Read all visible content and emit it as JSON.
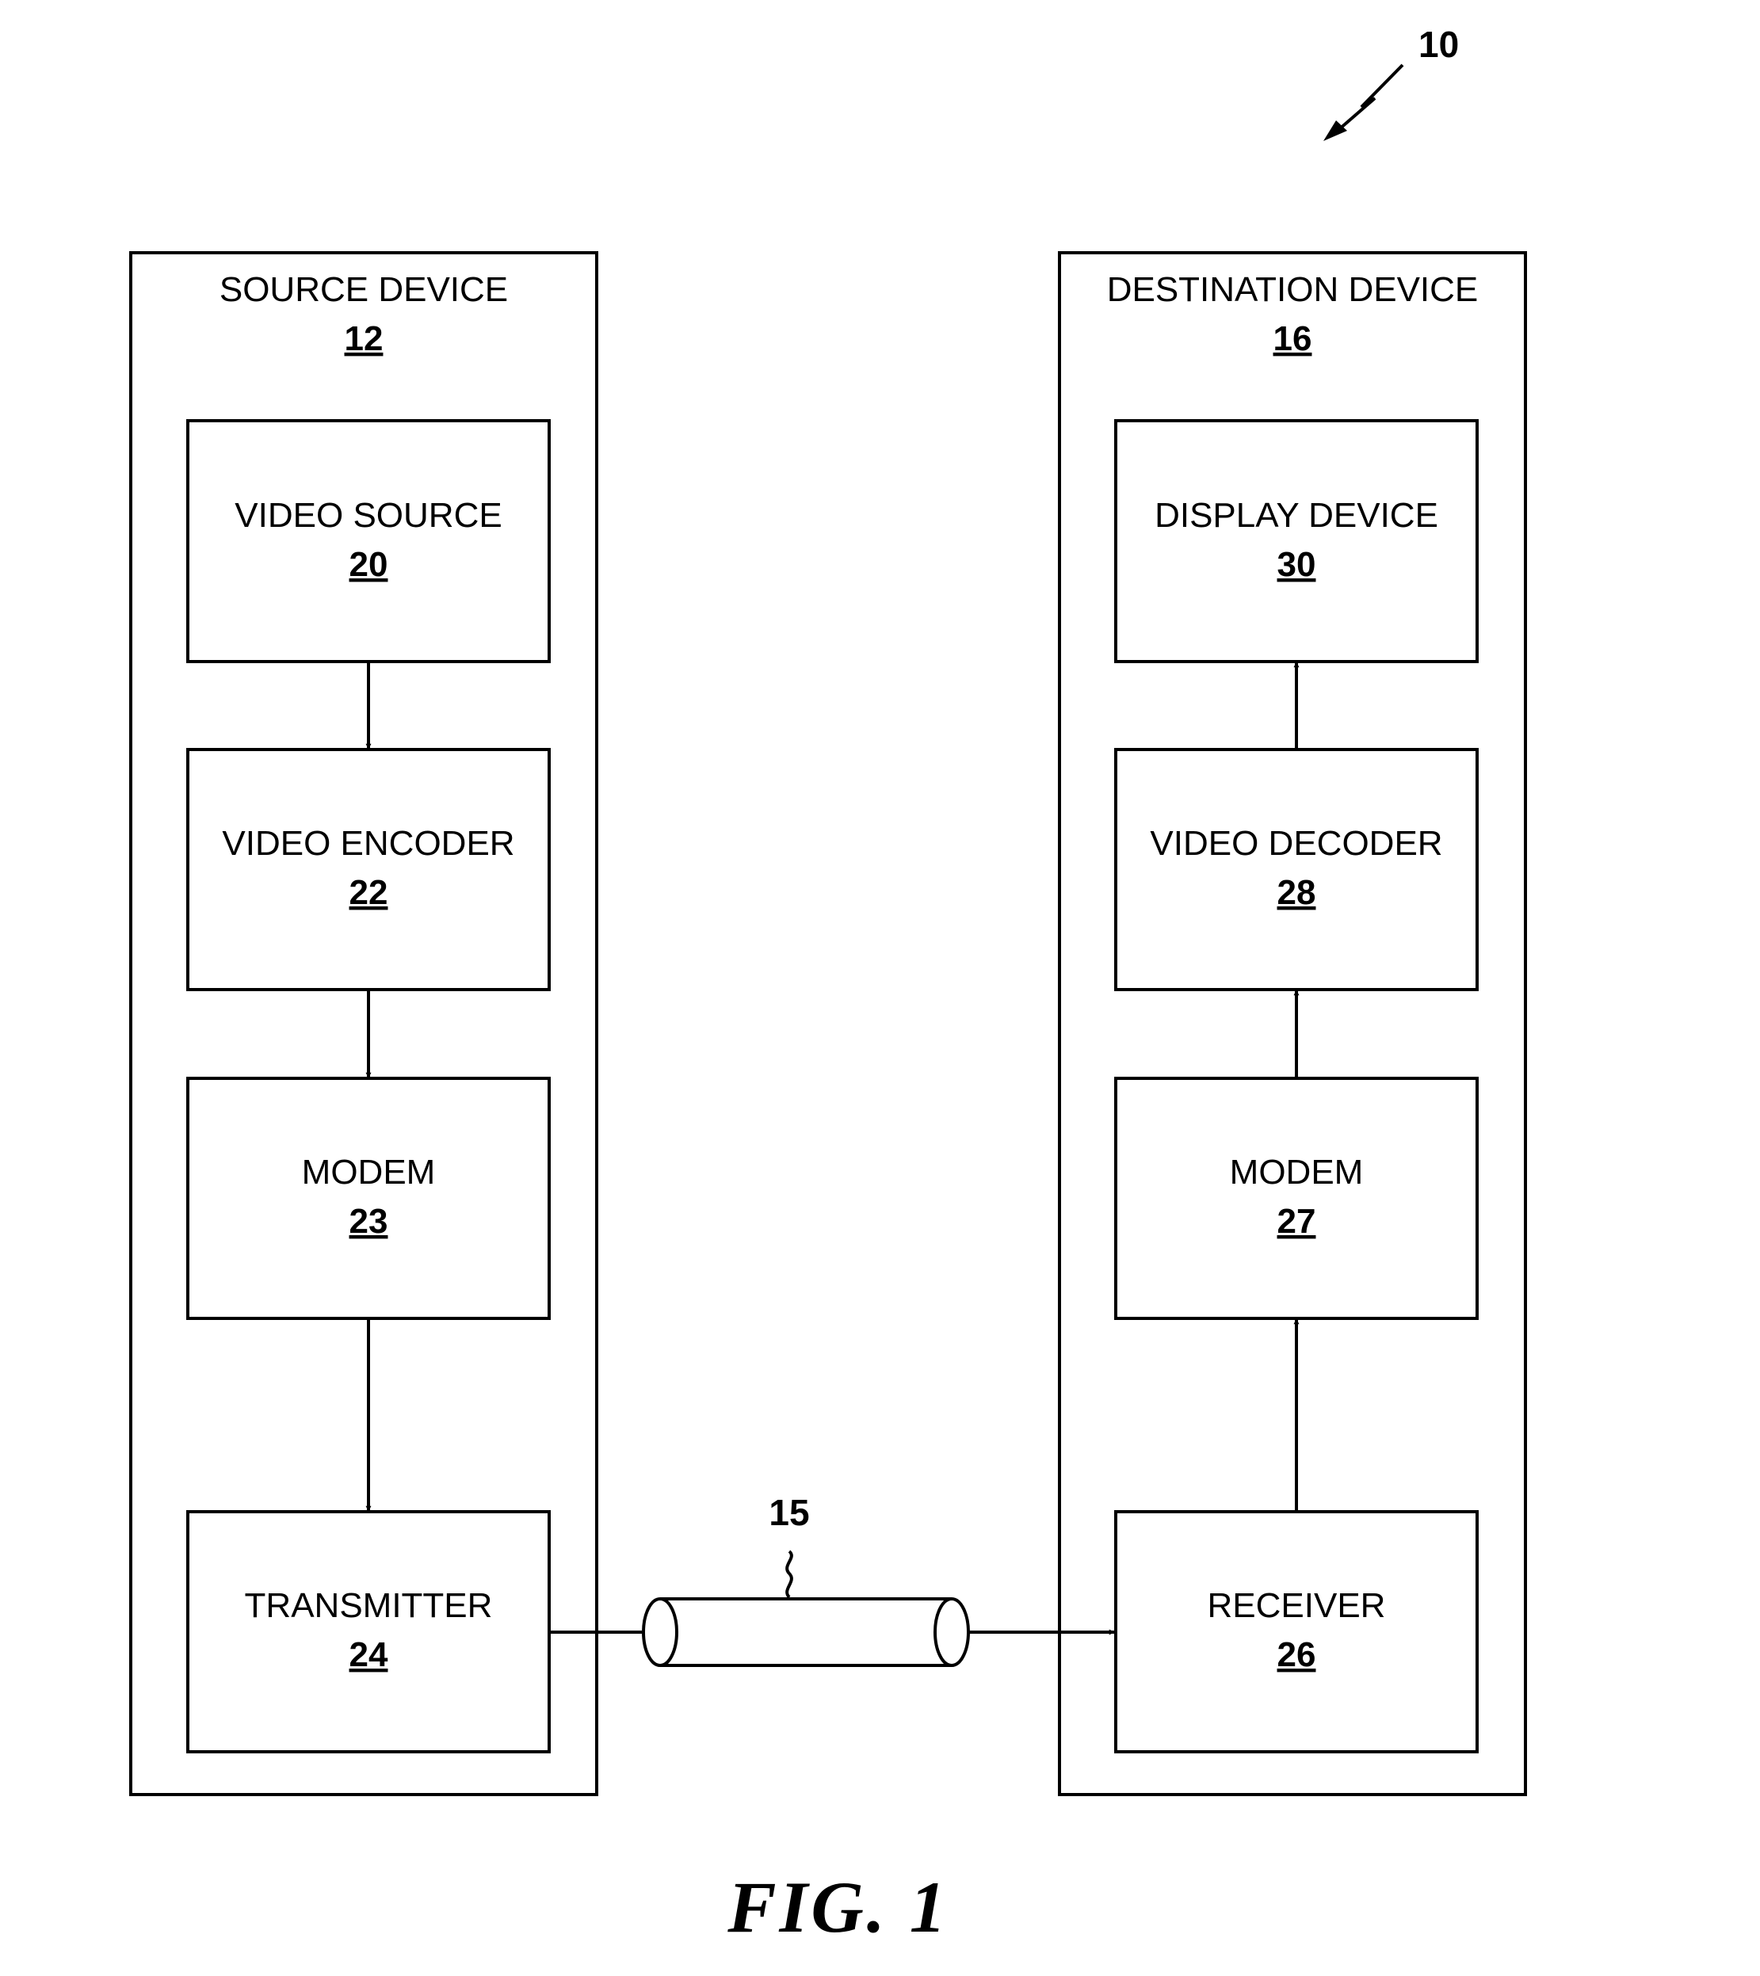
{
  "reference_number": "10",
  "source_device": {
    "label": "SOURCE DEVICE",
    "ref": "12"
  },
  "destination_device": {
    "label": "DESTINATION DEVICE",
    "ref": "16"
  },
  "blocks": {
    "video_source": {
      "label": "VIDEO SOURCE",
      "ref": "20"
    },
    "video_encoder": {
      "label": "VIDEO ENCODER",
      "ref": "22"
    },
    "modem_source": {
      "label": "MODEM",
      "ref": "23"
    },
    "transmitter": {
      "label": "TRANSMITTER",
      "ref": "24"
    },
    "display_device": {
      "label": "DISPLAY DEVICE",
      "ref": "30"
    },
    "video_decoder": {
      "label": "VIDEO DECODER",
      "ref": "28"
    },
    "modem_destination": {
      "label": "MODEM",
      "ref": "27"
    },
    "receiver": {
      "label": "RECEIVER",
      "ref": "26"
    }
  },
  "channel": {
    "ref": "15"
  },
  "figure_caption": "FIG. 1"
}
